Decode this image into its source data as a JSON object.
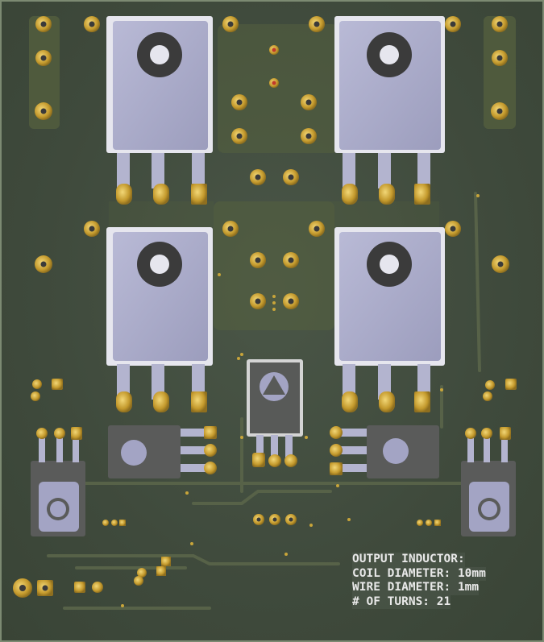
{
  "silkscreen": {
    "line1": "OUTPUT INDUCTOR:",
    "line2": "COIL DIAMETER: 10mm",
    "line3": "WIRE DIAMETER: 1mm",
    "line4": "# OF TURNS: 21"
  },
  "colors": {
    "board": "#3f4a3c",
    "copper_trace": "#5f6a4a",
    "pad_gold": "#c8a53a",
    "component_body": "#a7a8c6",
    "silkscreen": "#e9e9e9"
  }
}
